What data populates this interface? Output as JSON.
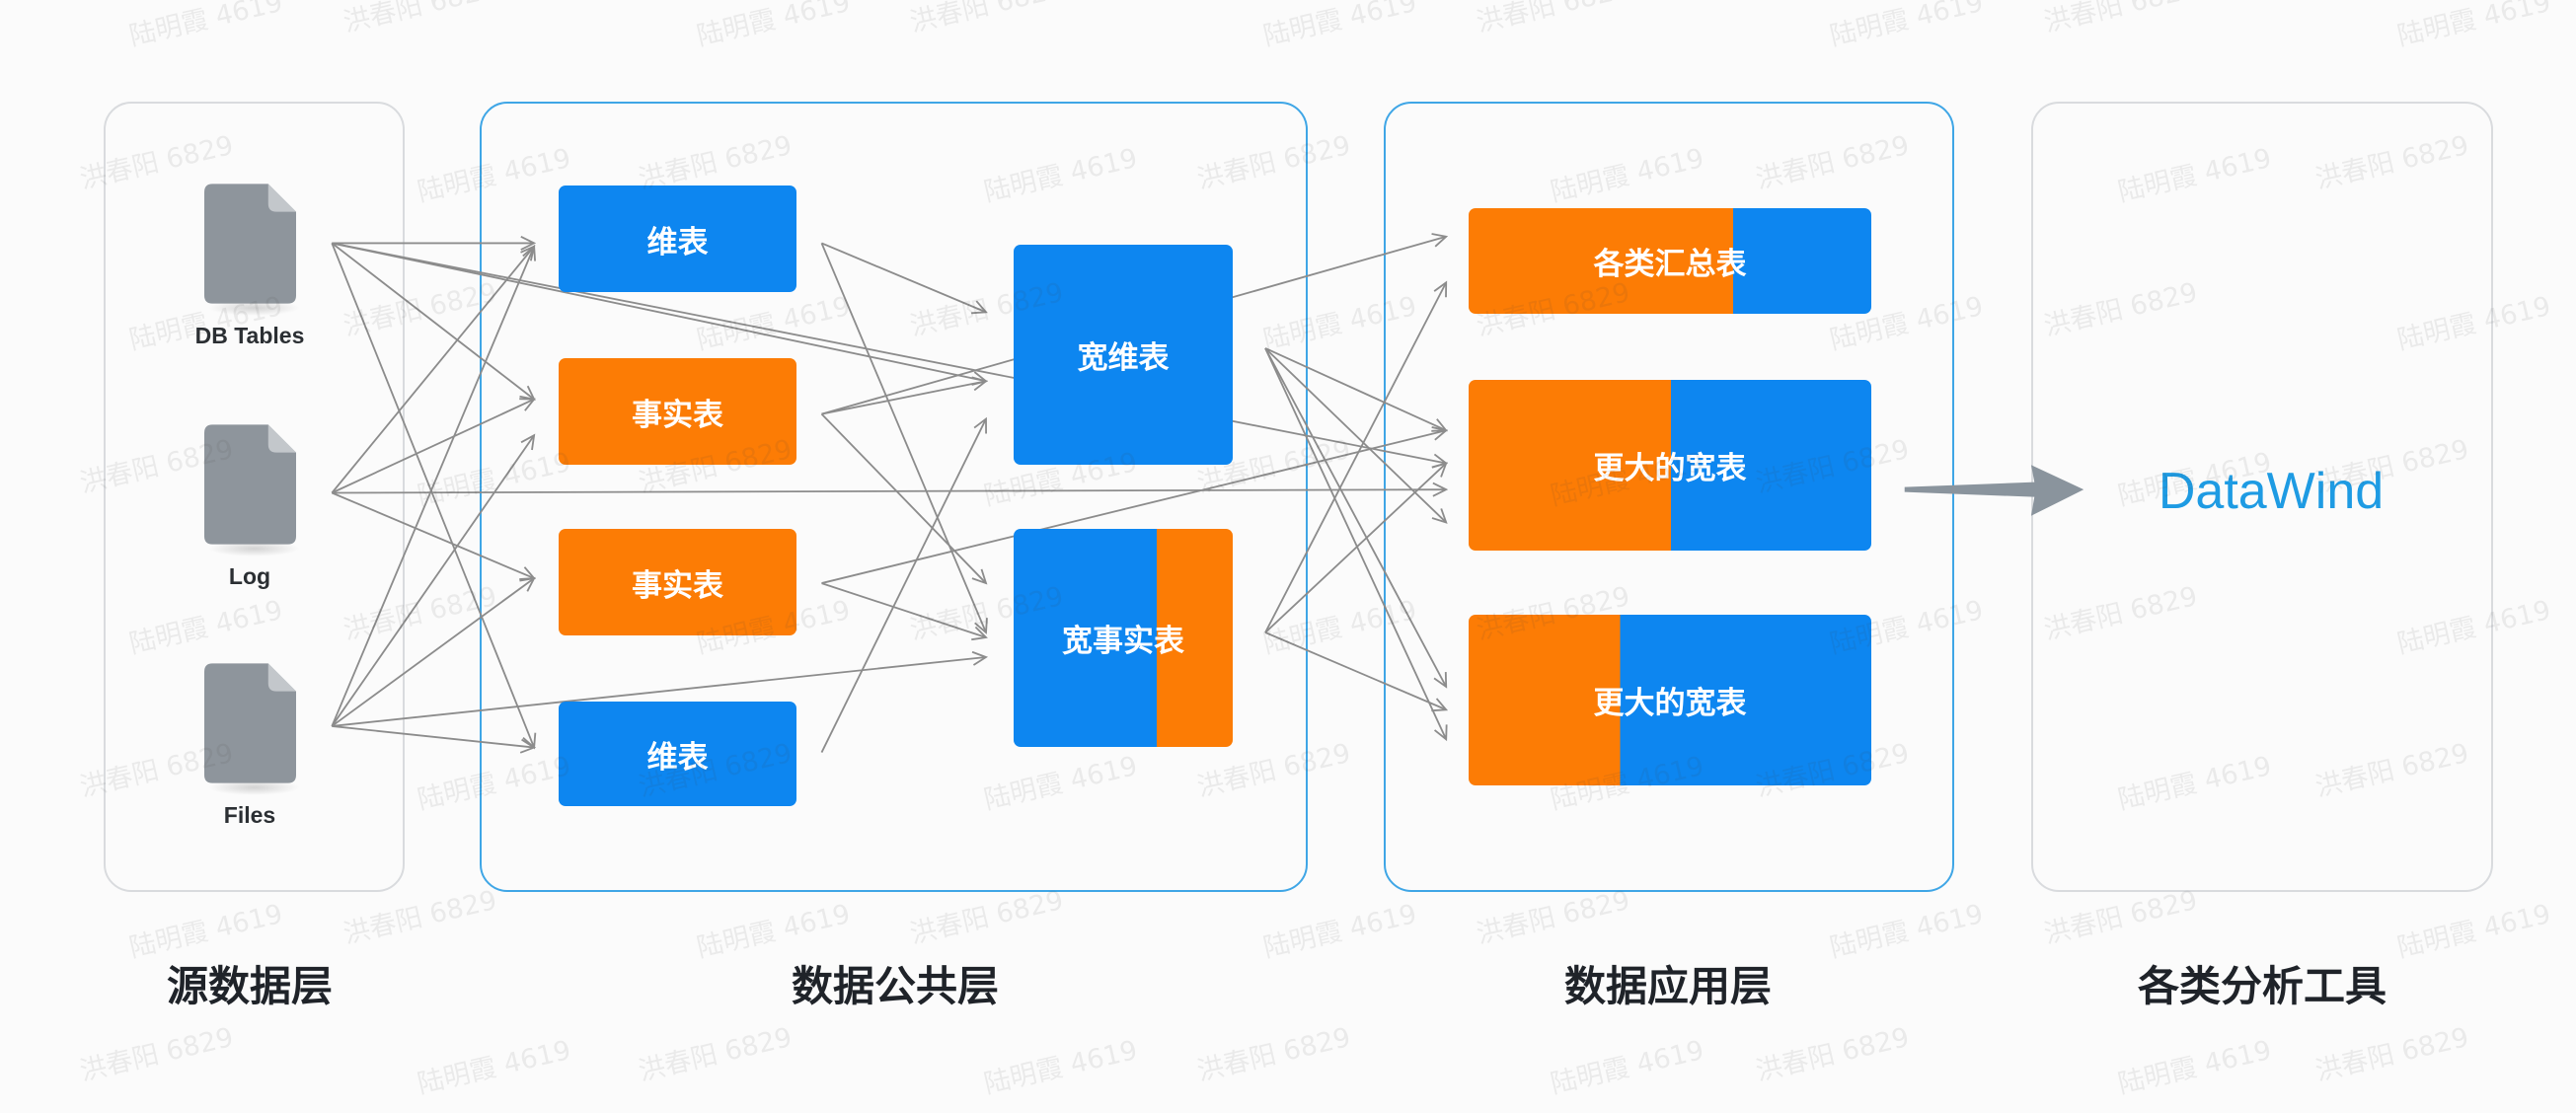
{
  "diagram": {
    "layers": [
      {
        "label": "源数据层"
      },
      {
        "label": "数据公共层"
      },
      {
        "label": "数据应用层"
      },
      {
        "label": "各类分析工具"
      }
    ],
    "sources": [
      {
        "label": "DB Tables",
        "icon": "document-icon"
      },
      {
        "label": "Log",
        "icon": "document-icon"
      },
      {
        "label": "Files",
        "icon": "document-icon"
      }
    ],
    "public_layer": {
      "tables": [
        {
          "label": "维表",
          "colors": [
            "#0d86f0"
          ]
        },
        {
          "label": "事实表",
          "colors": [
            "#fc7c05"
          ]
        },
        {
          "label": "事实表",
          "colors": [
            "#fc7c05"
          ]
        },
        {
          "label": "维表",
          "colors": [
            "#0d86f0"
          ]
        }
      ],
      "wide_tables": [
        {
          "label": "宽维表",
          "colors": [
            "#0d86f0"
          ]
        },
        {
          "label": "宽事实表",
          "colors": [
            "#0d86f0",
            "#fc7c05"
          ]
        }
      ]
    },
    "app_layer": {
      "tables": [
        {
          "label": "各类汇总表",
          "colors": [
            "#fc7c05",
            "#0d86f0"
          ]
        },
        {
          "label": "更大的宽表",
          "colors": [
            "#fc7c05",
            "#0d86f0"
          ]
        },
        {
          "label": "更大的宽表",
          "colors": [
            "#fc7c05",
            "#0d86f0"
          ]
        }
      ]
    },
    "tools": {
      "items": [
        {
          "label": "DataWind"
        }
      ]
    }
  },
  "colors": {
    "dimension_blue": "#0d86f0",
    "fact_orange": "#fc7c05",
    "layer_border_blue": "#3fa6e6",
    "layer_border_gray": "#d9dbde",
    "connector_gray": "#8c8c8c",
    "output_arrow_gray": "#8a949d",
    "tool_text_blue": "#1e9be3"
  },
  "watermarks": [
    "陆明霞 4619",
    "洪春阳 6829"
  ]
}
